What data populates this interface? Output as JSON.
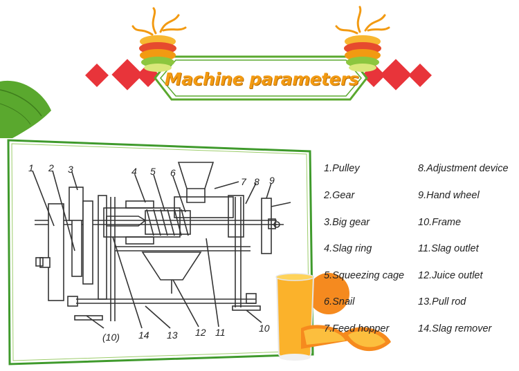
{
  "title": "Machine parameters",
  "colors": {
    "accent": "#f29a12",
    "diamond": "#e8343a",
    "frame": "#3f9a2c"
  },
  "diagram": {
    "callouts": [
      "1",
      "2",
      "3",
      "4",
      "5",
      "6",
      "7",
      "8",
      "9",
      "(10)",
      "14",
      "13",
      "12",
      "11",
      "10"
    ]
  },
  "legend": {
    "left": [
      "1.Pulley",
      "2.Gear",
      "3.Big gear",
      "4.Slag ring",
      "5.Squeezing cage",
      "6.Snail",
      "7.Feed hopper"
    ],
    "right": [
      "8.Adjustment device",
      "9.Hand wheel",
      "10.Frame",
      "11.Slag outlet",
      "12.Juice outlet",
      "13.Pull rod",
      "14.Slag remover"
    ]
  }
}
